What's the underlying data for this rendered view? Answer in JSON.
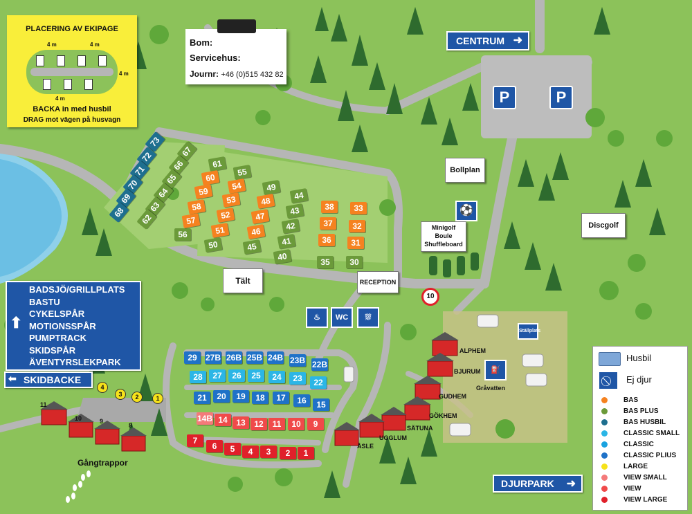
{
  "note_panel": {
    "title": "PLACERING AV EKIPAGE",
    "dist_label": "4 m",
    "line1": "BACKA in med husbil",
    "line2": "DRAG mot vägen på husvagn"
  },
  "info_card": {
    "bom": "Bom:",
    "servicehus": "Servicehus:",
    "journr_label": "Journr:",
    "journr_value": "+46 (0)515 432 82"
  },
  "signs": {
    "centrum": "CENTRUM",
    "djurpark": "DJURPARK",
    "skidbacke": "SKIDBACKE",
    "activities": [
      "BADSJÖ/GRILLPLATS",
      "BASTU",
      "CYKELSPÅR",
      "MOTIONSSPÅR",
      "PUMPTRACK",
      "SKIDSPÅR",
      "ÄVENTYRSLEKPARK"
    ]
  },
  "boards": {
    "bollplan": "Bollplan",
    "minigolf": [
      "Minigolf",
      "Boule",
      "Shuffleboard"
    ],
    "discgolf": "Discgolf",
    "talt": "Tält",
    "reception": "RECEPTION"
  },
  "parking": "P",
  "wc": "WC",
  "speed_limit": "10",
  "stallplats": "Ställplats",
  "gravatten": "Gråvatten",
  "gangtrappor": "Gångtrappor",
  "cabins": {
    "named": [
      "ALPHEM",
      "BJURUM",
      "GUDHEM",
      "GÖKHEM",
      "SÄTUNA",
      "UGGLUM",
      "ÅSLE"
    ],
    "numbered": [
      "11",
      "10",
      "9",
      "8"
    ],
    "yellow": [
      "4",
      "3",
      "2",
      "1"
    ]
  },
  "pitches": {
    "bas_husbil": [
      "73",
      "72",
      "71",
      "70",
      "69",
      "68"
    ],
    "bas_plus_left": [
      "67",
      "66",
      "65",
      "64",
      "63",
      "62"
    ],
    "bas_plus_56": [
      "56"
    ],
    "bas_col": [
      "61",
      "60",
      "59",
      "58",
      "57"
    ],
    "bas_col2": [
      "55",
      "54",
      "53",
      "52",
      "51",
      "50"
    ],
    "bas_col3": [
      "49",
      "48",
      "47",
      "46",
      "45"
    ],
    "col4": [
      "44",
      "43",
      "42",
      "41",
      "40"
    ],
    "col5": [
      "38",
      "37",
      "36",
      "35"
    ],
    "col6": [
      "33",
      "32",
      "31",
      "30"
    ],
    "row_29": [
      "29",
      "27B",
      "26B",
      "25B",
      "24B",
      "23B",
      "22B"
    ],
    "row_28": [
      "28",
      "27",
      "26",
      "25",
      "24",
      "23",
      "22"
    ],
    "row_21": [
      "21",
      "20",
      "19",
      "18",
      "17",
      "16",
      "15"
    ],
    "row_14": [
      "14B",
      "14",
      "13",
      "12",
      "11",
      "10",
      "9"
    ],
    "row_7": [
      "7",
      "6",
      "5",
      "4",
      "3",
      "2",
      "1"
    ]
  },
  "legend": {
    "husbil": "Husbil",
    "ej_djur": "Ej djur",
    "items": [
      {
        "label": "BAS",
        "color": "#f58220"
      },
      {
        "label": "BAS PLUS",
        "color": "#6b9a3a"
      },
      {
        "label": "BAS HUSBIL",
        "color": "#1e6f8f"
      },
      {
        "label": "CLASSIC SMALL",
        "color": "#2bb6e6"
      },
      {
        "label": "CLASSIC",
        "color": "#1aa3e0"
      },
      {
        "label": "CLASSIC PLIUS",
        "color": "#1f72c8"
      },
      {
        "label": "LARGE",
        "color": "#f6e21a"
      },
      {
        "label": "VIEW SMALL",
        "color": "#f47a7a"
      },
      {
        "label": "VIEW",
        "color": "#f04a4a"
      },
      {
        "label": "VIEW LARGE",
        "color": "#e0202a"
      }
    ]
  }
}
